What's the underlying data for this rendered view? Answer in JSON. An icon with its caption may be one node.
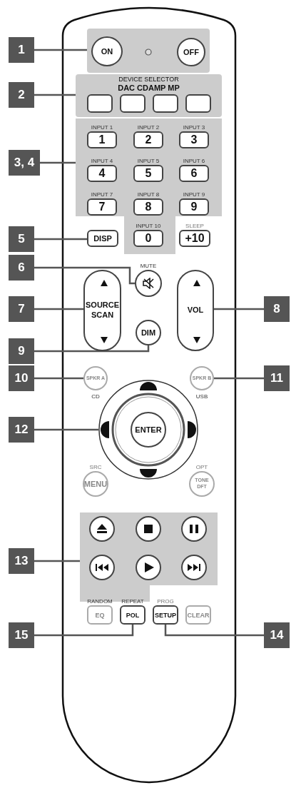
{
  "diagram": {
    "nodes": [
      {
        "text": [
          "1"
        ]
      },
      {
        "text": [],
        "shape": "box"
      },
      {
        "text": [
          "ON"
        ],
        "in": 1
      },
      {
        "text": [
          "OFF"
        ],
        "in": 1
      },
      {
        "text": [
          "2"
        ]
      },
      {
        "text": [
          "DEVICE SELECTOR",
          "DAC CDAMP MP"
        ]
      },
      {
        "text": [],
        "shape": "box",
        "in": 5
      },
      {
        "text": [],
        "shape": "box",
        "in": 5
      },
      {
        "text": [],
        "shape": "box",
        "in": 5
      },
      {
        "text": [],
        "shape": "box",
        "in": 5
      },
      {
        "text": [
          "3, 4"
        ]
      },
      {
        "text": [],
        "shape": "box"
      },
      {
        "text": [
          "1"
        ],
        "beside": [
          "INPUT 1"
        ],
        "in": 11
      },
      {
        "text": [
          "2"
        ],
        "beside": [
          "INPUT 2"
        ],
        "in": 11
      },
      {
        "text": [
          "3"
        ],
        "beside": [
          "INPUT 3"
        ],
        "in": 11
      },
      {
        "text": [
          "4"
        ],
        "beside": [
          "INPUT 4"
        ],
        "in": 11
      },
      {
        "text": [
          "5"
        ],
        "beside": [
          "INPUT 5"
        ],
        "in": 11
      },
      {
        "text": [
          "6"
        ],
        "beside": [
          "INPUT 6"
        ],
        "in": 11
      },
      {
        "text": [
          "7"
        ],
        "beside": [
          "INPUT 7"
        ],
        "in": 11
      },
      {
        "text": [
          "8"
        ],
        "beside": [
          "INPUT 8"
        ],
        "in": 11
      },
      {
        "text": [
          "9"
        ],
        "beside": [
          "INPUT 9"
        ],
        "in": 11
      },
      {
        "text": [
          "0"
        ],
        "beside": [
          "INPUT 10"
        ],
        "in": 11
      },
      {
        "text": [
          "5"
        ]
      },
      {
        "text": [
          "DISP"
        ]
      },
      {
        "text": [
          "+10"
        ],
        "beside": [
          "SLEEP"
        ]
      },
      {
        "text": [
          "6"
        ]
      },
      {
        "text": [],
        "shape": "circle",
        "beside": [
          "MUTE"
        ]
      },
      {
        "text": [
          "7"
        ]
      },
      {
        "text": [
          "SOURCE SCAN"
        ]
      },
      {
        "text": [
          "VOL"
        ]
      },
      {
        "text": [
          "8"
        ]
      },
      {
        "text": [
          "9"
        ]
      },
      {
        "text": [
          "DIM"
        ]
      },
      {
        "text": [
          "10"
        ]
      },
      {
        "text": [
          "SPKR A"
        ],
        "beside": [
          "CD"
        ]
      },
      {
        "text": [
          "SPKR B"
        ],
        "beside": [
          "USB"
        ]
      },
      {
        "text": [
          "11"
        ]
      },
      {
        "text": [
          "12"
        ]
      },
      {
        "text": [],
        "shape": "circle"
      },
      {
        "text": [
          "ENTER"
        ],
        "in": 38
      },
      {
        "text": [
          "MENU"
        ],
        "beside": [
          "SRC"
        ]
      },
      {
        "text": [
          "TONE DFT"
        ],
        "beside": [
          "OPT"
        ]
      },
      {
        "text": [
          "13"
        ]
      },
      {
        "text": [],
        "shape": "box"
      },
      {
        "text": [],
        "shape": "circle",
        "in": 43
      },
      {
        "text": [],
        "shape": "circle",
        "in": 43
      },
      {
        "text": [],
        "shape": "circle",
        "in": 43
      },
      {
        "text": [],
        "shape": "circle",
        "in": 43
      },
      {
        "text": [],
        "shape": "circle",
        "in": 43
      },
      {
        "text": [],
        "shape": "circle",
        "in": 43
      },
      {
        "text": [
          "EQ"
        ],
        "beside": [
          "RANDOM"
        ]
      },
      {
        "text": [
          "POL"
        ],
        "beside": [
          "REPEAT"
        ]
      },
      {
        "text": [
          "SETUP"
        ],
        "beside": [
          "PROG"
        ]
      },
      {
        "text": [
          "CLEAR"
        ]
      },
      {
        "text": [
          "15"
        ]
      },
      {
        "text": [
          "14"
        ]
      }
    ],
    "edges": [
      {
        "from": 0,
        "to": 2,
        "arrow": "none"
      },
      {
        "from": 4,
        "to": 5,
        "arrow": "none"
      },
      {
        "from": 10,
        "to": 11,
        "arrow": "none"
      },
      {
        "from": 22,
        "to": 23,
        "arrow": "none"
      },
      {
        "from": 25,
        "to": 26,
        "arrow": "none"
      },
      {
        "from": 27,
        "to": 28,
        "arrow": "none"
      },
      {
        "from": 30,
        "to": 29,
        "arrow": "none"
      },
      {
        "from": 31,
        "to": 32,
        "arrow": "none"
      },
      {
        "from": 33,
        "to": 34,
        "arrow": "none"
      },
      {
        "from": 36,
        "to": 35,
        "arrow": "none"
      },
      {
        "from": 37,
        "to": 38,
        "arrow": "none"
      },
      {
        "from": 42,
        "to": 43,
        "arrow": "none"
      },
      {
        "from": 54,
        "to": 51,
        "arrow": "none"
      },
      {
        "from": 55,
        "to": 52,
        "arrow": "none"
      }
    ]
  }
}
